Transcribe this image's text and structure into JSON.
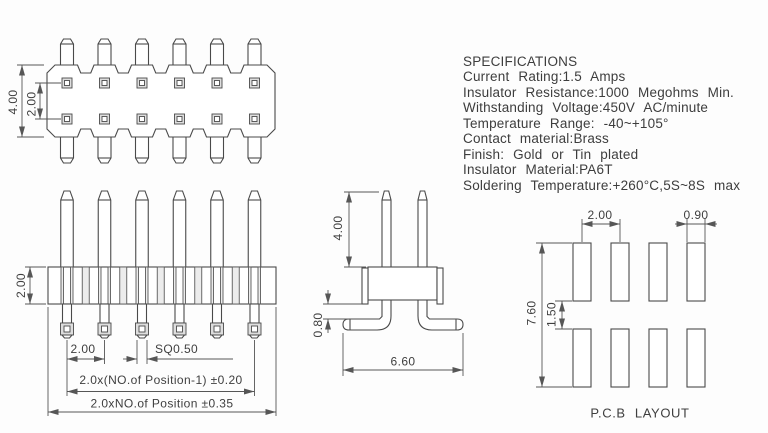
{
  "specifications": {
    "title": "SPECIFICATIONS",
    "lines": [
      "Current Rating:1.5 Amps",
      "Insulator Resistance:1000 Megohms Min.",
      "Withstanding Voltage:450V AC/minute",
      "Temperature Range: -40~+105°",
      "Contact material:Brass",
      "Finish: Gold or Tin plated",
      "Insulator Material:PA6T",
      "Soldering Temperature:+260°C,5S~8S max"
    ]
  },
  "top_view": {
    "dim_height": "4.00",
    "dim_row_pitch": "2.00"
  },
  "front_view": {
    "dim_body_height": "2.00",
    "dim_pitch": "2.00",
    "dim_square": "SQ0.50",
    "dim_span_inner": "2.0x(NO.of Position-1) ±0.20",
    "dim_span_outer": "2.0xNO.of Position ±0.35"
  },
  "side_view": {
    "dim_pin_length": "4.00",
    "dim_standoff": "0.80",
    "dim_width": "6.60"
  },
  "pcb_layout": {
    "label": "P.C.B LAYOUT",
    "dim_pad_pitch": "2.00",
    "dim_pad_width": "0.90",
    "dim_height": "7.60",
    "dim_row_gap": "1.50"
  },
  "colors": {
    "line": "#4a4a4a",
    "dimension": "#565656",
    "text": "#3f3f3f",
    "shade": "#dedede",
    "background": "#fdfdfd"
  }
}
